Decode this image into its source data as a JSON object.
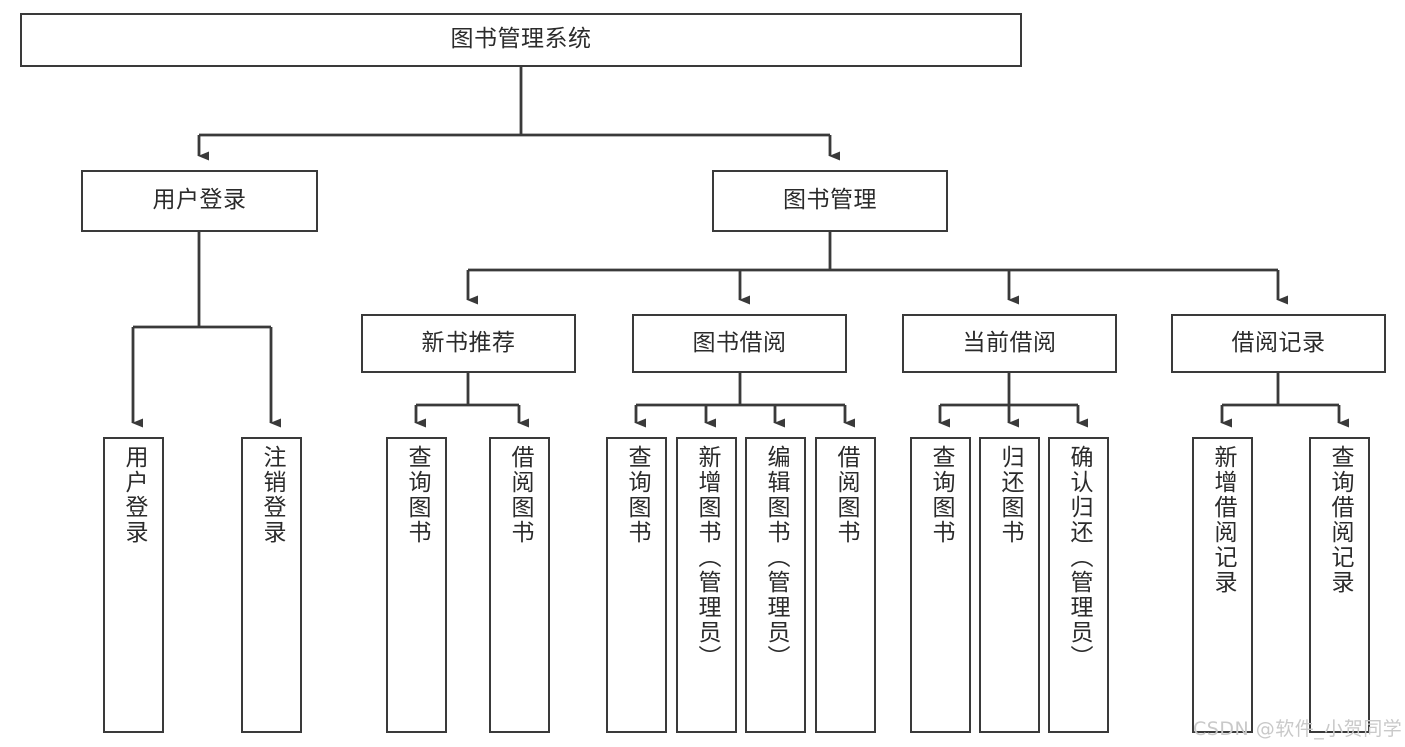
{
  "diagram": {
    "title": "图书管理系统",
    "type": "hierarchy-tree",
    "root": {
      "id": "root",
      "label": "图书管理系统"
    },
    "level2": [
      {
        "id": "user-login",
        "label": "用户登录"
      },
      {
        "id": "book-management",
        "label": "图书管理"
      }
    ],
    "level3": [
      {
        "id": "new-book-recommend",
        "label": "新书推荐",
        "parent": "book-management"
      },
      {
        "id": "book-borrow",
        "label": "图书借阅",
        "parent": "book-management"
      },
      {
        "id": "current-borrow",
        "label": "当前借阅",
        "parent": "book-management"
      },
      {
        "id": "borrow-record",
        "label": "借阅记录",
        "parent": "book-management"
      }
    ],
    "leaves": [
      {
        "id": "leaf-user-login",
        "label": "用户登录",
        "parent": "user-login"
      },
      {
        "id": "leaf-logout-login",
        "label": "注销登录",
        "parent": "user-login"
      },
      {
        "id": "leaf-query-book-1",
        "label": "查询图书",
        "parent": "new-book-recommend"
      },
      {
        "id": "leaf-borrow-book-1",
        "label": "借阅图书",
        "parent": "new-book-recommend"
      },
      {
        "id": "leaf-query-book-2",
        "label": "查询图书",
        "parent": "book-borrow"
      },
      {
        "id": "leaf-add-book",
        "label": "新增图书（管理员）",
        "parent": "book-borrow"
      },
      {
        "id": "leaf-edit-book",
        "label": "编辑图书（管理员）",
        "parent": "book-borrow"
      },
      {
        "id": "leaf-borrow-book-2",
        "label": "借阅图书",
        "parent": "book-borrow"
      },
      {
        "id": "leaf-query-book-3",
        "label": "查询图书",
        "parent": "current-borrow"
      },
      {
        "id": "leaf-return-book",
        "label": "归还图书",
        "parent": "current-borrow"
      },
      {
        "id": "leaf-confirm-return",
        "label": "确认归还（管理员）",
        "parent": "current-borrow"
      },
      {
        "id": "leaf-add-record",
        "label": "新增借阅记录",
        "parent": "borrow-record"
      },
      {
        "id": "leaf-query-record",
        "label": "查询借阅记录",
        "parent": "borrow-record"
      }
    ]
  },
  "watermark": {
    "text": "CSDN @软件_小贺同学"
  },
  "colors": {
    "stroke": "#3a3a3a",
    "text": "#2b2b2b",
    "background": "#ffffff",
    "watermark": "#c9c9c9"
  }
}
